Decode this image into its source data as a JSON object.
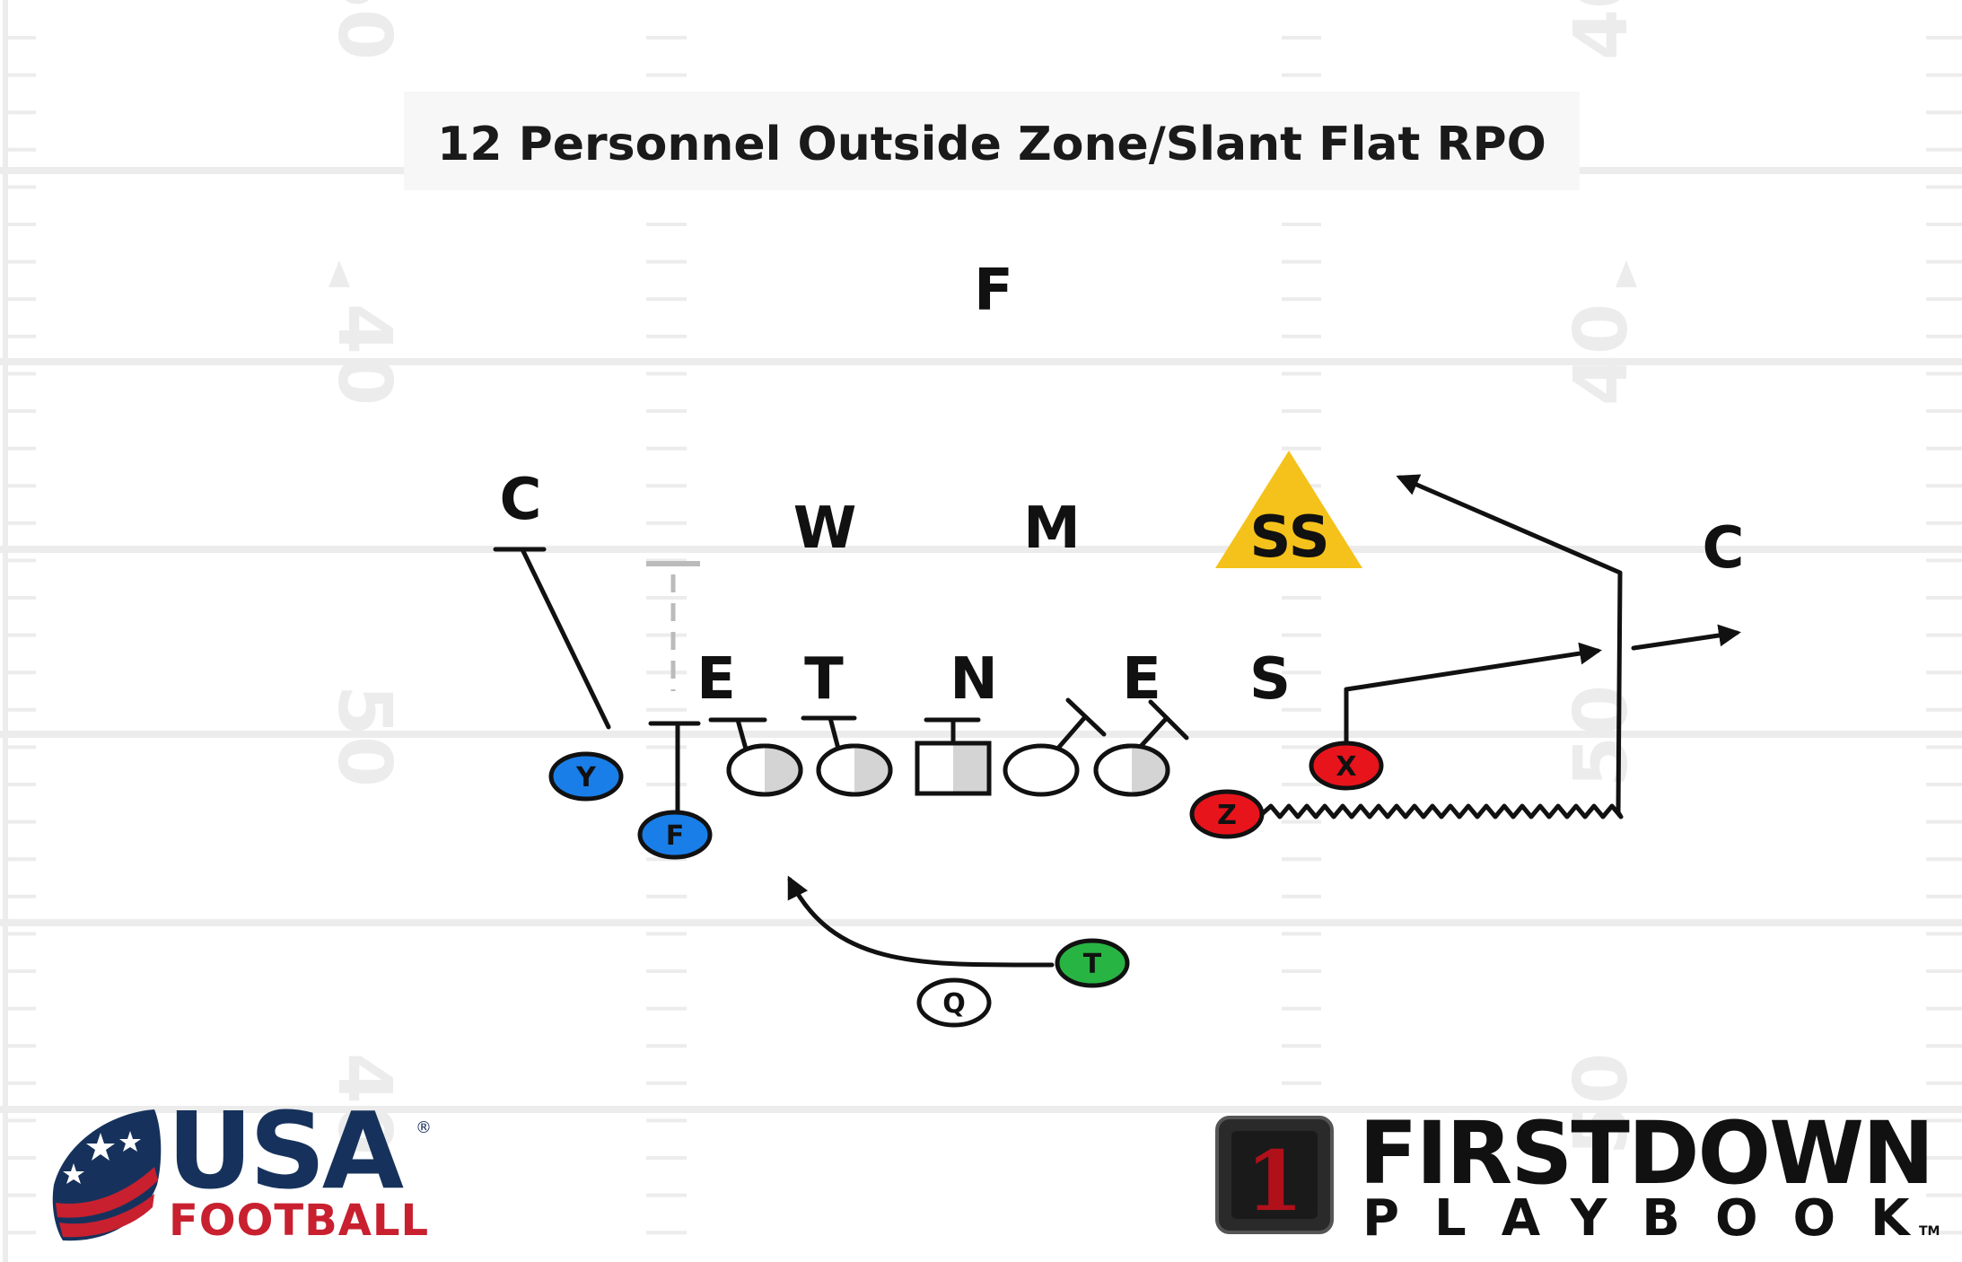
{
  "title": "12 Personnel Outside Zone/Slant Flat RPO",
  "field": {
    "yard_numbers": [
      "40",
      "50",
      "40",
      "50"
    ]
  },
  "defense": {
    "free_safety": "F",
    "left_corner": "C",
    "right_corner": "C",
    "will": "W",
    "mike": "M",
    "strong_safety": "SS",
    "left_end": "E",
    "tackle": "T",
    "nose": "N",
    "right_end": "E",
    "sam": "S"
  },
  "offense": {
    "y": "Y",
    "f": "F",
    "z": "Z",
    "x": "X",
    "t": "T",
    "q": "Q"
  },
  "colors": {
    "blue": "#1a7ee8",
    "red": "#e8141c",
    "green": "#28b443",
    "gold": "#f5c21b",
    "usa_navy": "#16325c",
    "usa_red": "#c8202f",
    "firstdown_red": "#b0101a"
  },
  "logos": {
    "usa": "USA",
    "usa_reg": "®",
    "usa_sub": "FOOTBALL",
    "firstdown": "FIRSTDOWN",
    "playbook": "PLAYBOOK",
    "playbook_tm": "TM",
    "firstdown_mark": "1"
  }
}
